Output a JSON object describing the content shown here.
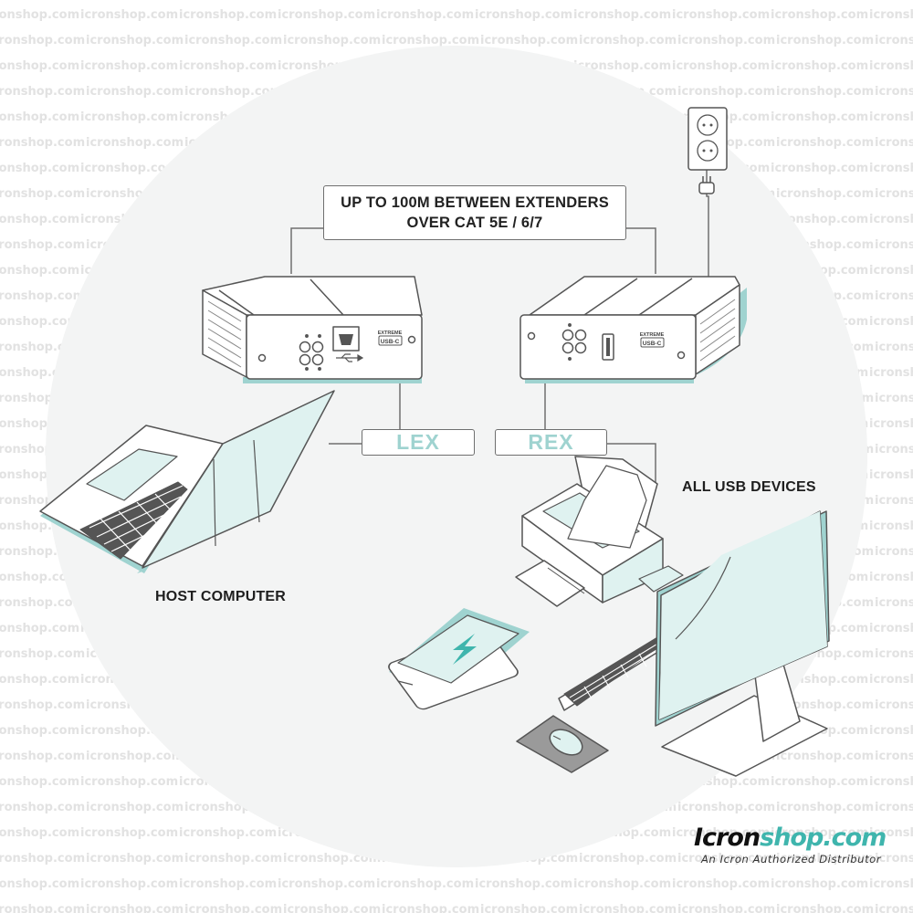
{
  "watermark": {
    "text": "icronshop.com"
  },
  "diagram": {
    "range_line_1": "UP TO 100M BETWEEN EXTENDERS",
    "range_line_2": "OVER CAT 5E / 6/7",
    "lex_label": "LEX",
    "rex_label": "REX",
    "host_caption": "HOST COMPUTER",
    "devices_caption": "ALL USB DEVICES",
    "extender_badge_top": "EXTREME",
    "extender_badge_bottom": "USB-C"
  },
  "brand": {
    "name_part1": "Icron",
    "name_part2": "shop.com",
    "tagline": "An Icron Authorized Distributor"
  },
  "colors": {
    "accent_teal": "#9fd3d0",
    "device_fill": "#dff2f0",
    "line_gray": "#6f6f6f",
    "backdrop_circle": "#f3f4f4",
    "brand_teal": "#3fb5ad"
  },
  "icons": [
    "wall-outlet-icon",
    "power-plug-icon",
    "usb-symbol-icon",
    "lightning-bolt-icon",
    "mouse-icon"
  ]
}
